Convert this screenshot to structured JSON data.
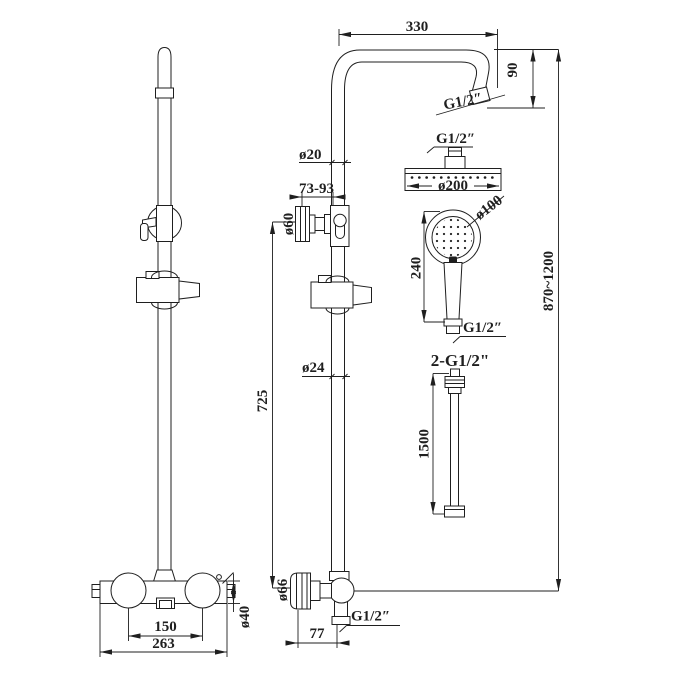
{
  "page": {
    "background": "#ffffff",
    "ink_color": "#1f1f1f"
  },
  "front_view": {
    "dims": {
      "knob_spacing": "150",
      "body_width": "263",
      "body_diameter": "ø40"
    }
  },
  "side_view": {
    "dims": {
      "arm_length": "330",
      "arm_drop": "90",
      "arm_outlet_thread": "G1/2″",
      "riser_diameter_upper": "ø20",
      "bracket_reach": "73-93",
      "bracket_flange_diameter": "ø60",
      "riser_diameter_lower": "ø24",
      "riser_length": "725",
      "overall_height": "870~1200",
      "valve_knob_diameter": "ø66",
      "valve_reach": "77",
      "valve_outlet_thread": "G1/2″"
    }
  },
  "overhead_shower": {
    "thread": "G1/2″",
    "diameter": "ø200"
  },
  "hand_shower": {
    "diameter": "ø100",
    "length": "240",
    "thread": "G1/2″"
  },
  "hose": {
    "thread_label": "2-G1/2\"",
    "length": "1500"
  }
}
